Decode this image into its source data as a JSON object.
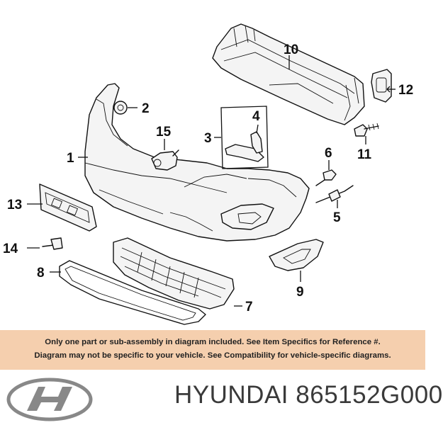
{
  "diagram": {
    "callouts": [
      {
        "id": "1",
        "label": "1"
      },
      {
        "id": "2",
        "label": "2"
      },
      {
        "id": "3",
        "label": "3"
      },
      {
        "id": "4",
        "label": "4"
      },
      {
        "id": "5",
        "label": "5"
      },
      {
        "id": "6",
        "label": "6"
      },
      {
        "id": "7",
        "label": "7"
      },
      {
        "id": "8",
        "label": "8"
      },
      {
        "id": "9",
        "label": "9"
      },
      {
        "id": "10",
        "label": "10"
      },
      {
        "id": "11",
        "label": "11"
      },
      {
        "id": "12",
        "label": "12"
      },
      {
        "id": "13",
        "label": "13"
      },
      {
        "id": "14",
        "label": "14"
      },
      {
        "id": "15",
        "label": "15"
      }
    ]
  },
  "disclaimer": {
    "line1": "Only one part or sub-assembly in diagram included. See Item Specifics for Reference #.",
    "line2": "Diagram may not be specific to your vehicle. See Compatibility for vehicle-specific diagrams.",
    "background": "#f5cfae"
  },
  "footer": {
    "brand": "HYUNDAI",
    "part_number": "865152G000",
    "logo_icon": "hyundai-logo-icon"
  }
}
